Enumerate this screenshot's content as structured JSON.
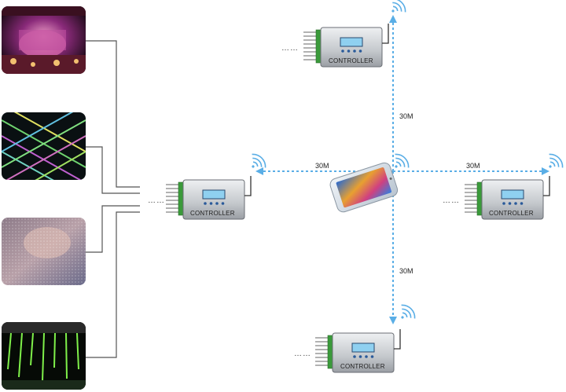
{
  "controllers": [
    {
      "id": "main",
      "label": "CONTROLLER",
      "ellipsis": "……"
    },
    {
      "id": "top",
      "label": "CONTROLLER",
      "ellipsis": "……"
    },
    {
      "id": "right",
      "label": "CONTROLLER",
      "ellipsis": "……"
    },
    {
      "id": "bottom",
      "label": "CONTROLLER",
      "ellipsis": "……"
    }
  ],
  "distances": {
    "left": "30M",
    "right": "30M",
    "up": "30M",
    "down": "30M"
  },
  "photos": [
    {
      "id": "club-stage",
      "icon": "club-stage-photo"
    },
    {
      "id": "led-mesh",
      "icon": "led-mesh-photo"
    },
    {
      "id": "led-screen",
      "icon": "led-screen-photo"
    },
    {
      "id": "led-tubes",
      "icon": "led-tubes-photo"
    }
  ],
  "colors": {
    "wireless": "#5aaee6",
    "wire": "#555555",
    "controller_body": "#c9ccd0",
    "terminal_green": "#3a9a3a",
    "lcd": "#8fd0f0"
  }
}
